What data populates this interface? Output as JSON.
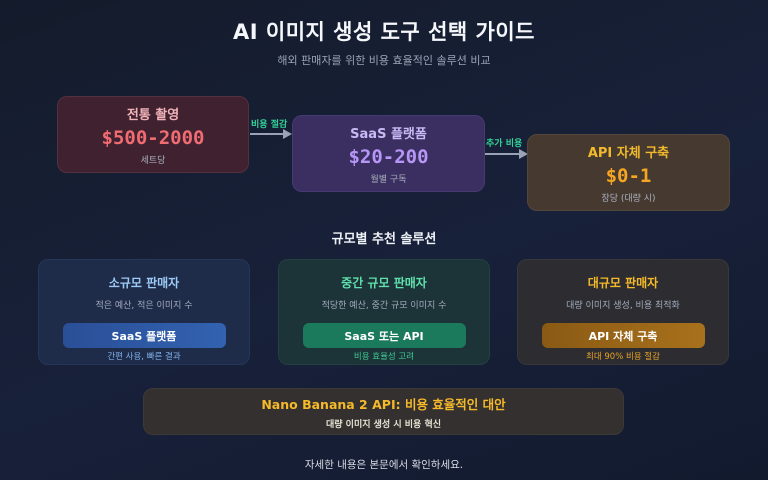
{
  "header": {
    "title": "AI 이미지 생성 도구 선택 가이드",
    "subtitle": "해외 판매자를 위한 비용 효율적인 솔루션 비교"
  },
  "cost_flow": {
    "boxes": [
      {
        "label": "전통 촬영",
        "price": "$500-2000",
        "unit": "세트당",
        "color": "#f06c72"
      },
      {
        "label": "SaaS 플랫폼",
        "price": "$20-200",
        "unit": "월별 구독",
        "color": "#b796f6"
      },
      {
        "label": "API 자체 구축",
        "price": "$0-1",
        "unit": "장당 (대량 시)",
        "color": "#f5a623"
      }
    ],
    "arrows": [
      {
        "label": "비용 절감",
        "color": "#34d399"
      },
      {
        "label": "추가 비용",
        "color": "#34d399"
      }
    ]
  },
  "recommendations": {
    "title": "규모별 추천 솔루션",
    "cards": [
      {
        "title": "소규모 판매자",
        "desc": "적은 예산, 적은 이미지 수",
        "solution": "SaaS 플랫폼",
        "note": "간편 사용, 빠른 결과",
        "accent": "#9ccaf5"
      },
      {
        "title": "중간 규모 판매자",
        "desc": "적당한 예산, 중간 규모 이미지 수",
        "solution": "SaaS 또는 API",
        "note": "비용 효율성 고려",
        "accent": "#5fe0ad"
      },
      {
        "title": "대규모 판매자",
        "desc": "대량 이미지 생성, 비용 최적화",
        "solution": "API 자체 구축",
        "note": "최대 90% 비용 절감",
        "accent": "#f5b92a"
      }
    ]
  },
  "highlight": {
    "title": "Nano Banana 2 API: 비용 효율적인 대안",
    "subtitle": "대량 이미지 생성 시 비용 혁신"
  },
  "footer": {
    "text": "자세한 내용은 본문에서 확인하세요."
  }
}
